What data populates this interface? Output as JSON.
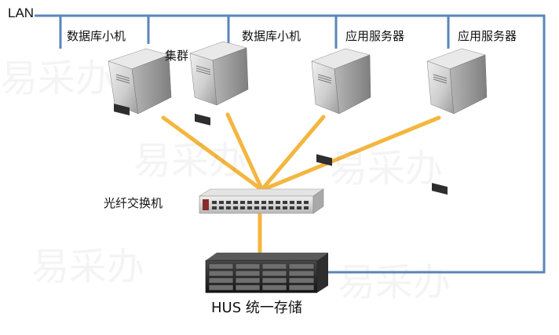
{
  "diagram": {
    "lan_label": "LAN",
    "nodes": {
      "db1_label": "数据库小机",
      "cluster_label": "集群",
      "db2_label": "数据库小机",
      "app1_label": "应用服务器",
      "app2_label": "应用服务器",
      "switch_label": "光纤交换机",
      "storage_label": "HUS 统一存储"
    },
    "colors": {
      "lan_line": "#5a86b8",
      "fiber_line": "#f4b63f",
      "server_body": "#c8c8c8",
      "server_shadow": "#8f8f8f",
      "storage_body": "#2a2a2a"
    }
  },
  "watermark": {
    "text": "易采办"
  }
}
